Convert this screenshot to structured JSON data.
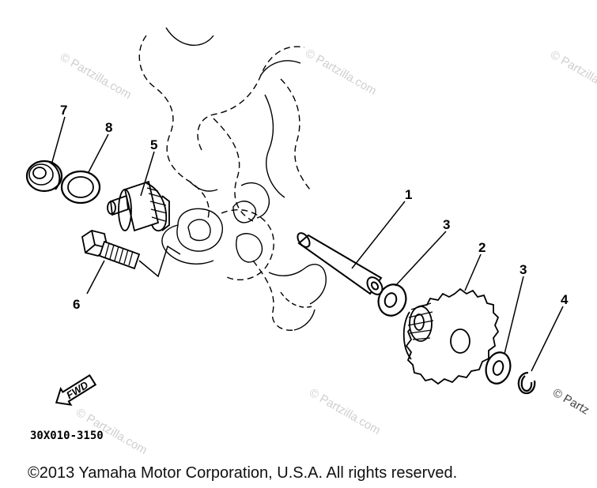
{
  "diagram": {
    "callouts": [
      "1",
      "2",
      "3",
      "3",
      "4",
      "5",
      "6",
      "7",
      "8"
    ],
    "part_code": "30X010-3150",
    "fwd_label": "FWD",
    "watermark": "© Partzilla.com",
    "watermark_partial": "© Partz"
  },
  "copyright": "©2013  Yamaha Motor Corporation, U.S.A. All rights reserved."
}
